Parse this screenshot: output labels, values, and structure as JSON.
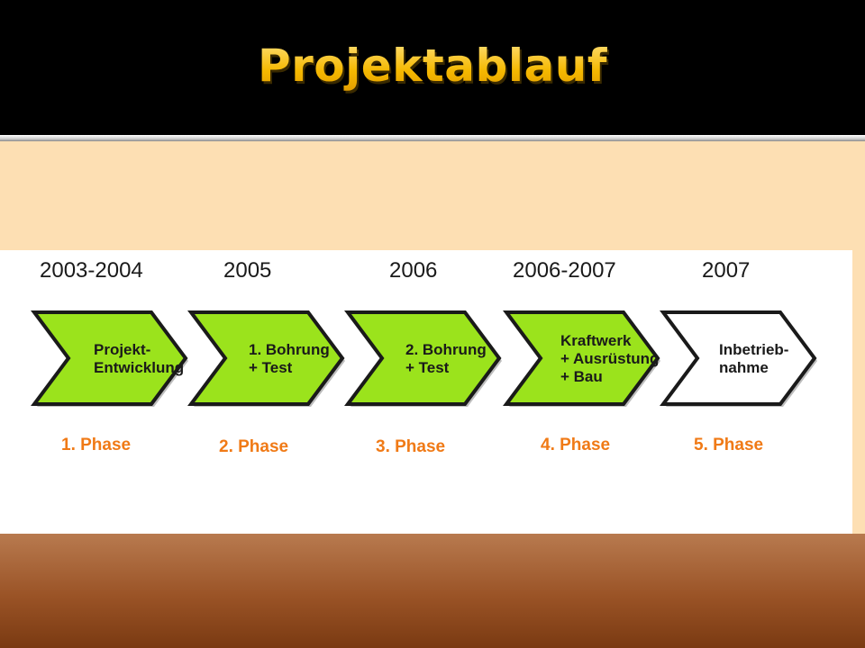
{
  "slide": {
    "title": "Projektablauf"
  },
  "timeline": {
    "phases": [
      {
        "year": "2003-2004",
        "lines": [
          "Projekt-",
          "Entwicklung"
        ],
        "phase": "1. Phase",
        "fill": "#9be31c"
      },
      {
        "year": "2005",
        "lines": [
          "1. Bohrung",
          "+ Test"
        ],
        "phase": "2. Phase",
        "fill": "#9be31c"
      },
      {
        "year": "2006",
        "lines": [
          "2. Bohrung",
          "+ Test"
        ],
        "phase": "3. Phase",
        "fill": "#9be31c"
      },
      {
        "year": "2006-2007",
        "lines": [
          "Kraftwerk",
          "+ Ausrüstung",
          "+ Bau"
        ],
        "phase": "4. Phase",
        "fill": "#9be31c"
      },
      {
        "year": "2007",
        "lines": [
          "Inbetrieb-",
          "nahme"
        ],
        "phase": "5. Phase",
        "fill": "#ffffff"
      }
    ],
    "colors": {
      "outline": "#1a1a1a",
      "phase_label": "#f07a16",
      "year_label": "#1a1a1a"
    }
  }
}
